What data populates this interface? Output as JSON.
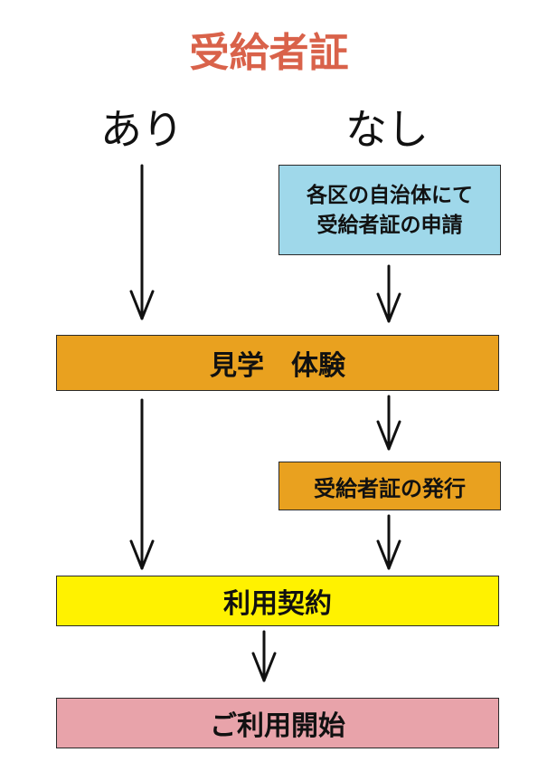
{
  "title": "受給者証",
  "branches": {
    "yes": "あり",
    "no": "なし"
  },
  "steps": {
    "apply": {
      "line1": "各区の自治体にて",
      "line2": "受給者証の申請",
      "color": "#9fd8ea"
    },
    "visit": {
      "label": "見学　体験",
      "color": "#e9a11f"
    },
    "issue": {
      "label": "受給者証の発行",
      "color": "#e9a11f"
    },
    "contract": {
      "label": "利用契約",
      "color": "#fff200"
    },
    "start": {
      "label": "ご利用開始",
      "color": "#e8a3aa"
    }
  },
  "colors": {
    "title": "#d9624a",
    "arrow": "#111111"
  }
}
